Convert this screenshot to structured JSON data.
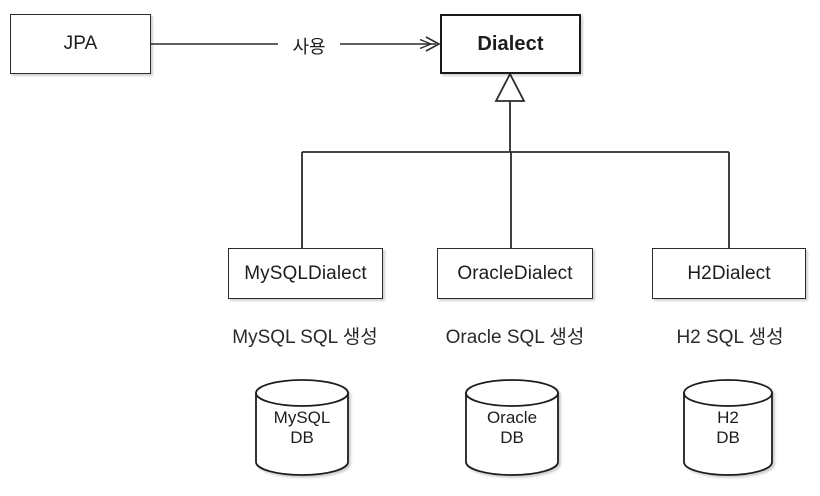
{
  "diagram": {
    "title": "JPA Dialect inheritance diagram",
    "background_color": "#ffffff",
    "stroke_color": "#2b2b2b",
    "text_color": "#1d1d1d"
  },
  "nodes": {
    "jpa": {
      "label": "JPA"
    },
    "dialect": {
      "label": "Dialect"
    },
    "mysql_dialect": {
      "label": "MySQLDialect"
    },
    "oracle_dialect": {
      "label": "OracleDialect"
    },
    "h2_dialect": {
      "label": "H2Dialect"
    }
  },
  "edges": {
    "uses": {
      "label": "사용",
      "type": "association-arrow"
    },
    "generalization": {
      "label": "",
      "type": "uml-generalization"
    }
  },
  "captions": [
    {
      "text": "MySQL SQL 생성"
    },
    {
      "text": "Oracle SQL 생성"
    },
    {
      "text": "H2 SQL 생성"
    }
  ],
  "databases": [
    {
      "line1": "MySQL",
      "line2": "DB"
    },
    {
      "line1": "Oracle",
      "line2": "DB"
    },
    {
      "line1": "H2",
      "line2": "DB"
    }
  ]
}
